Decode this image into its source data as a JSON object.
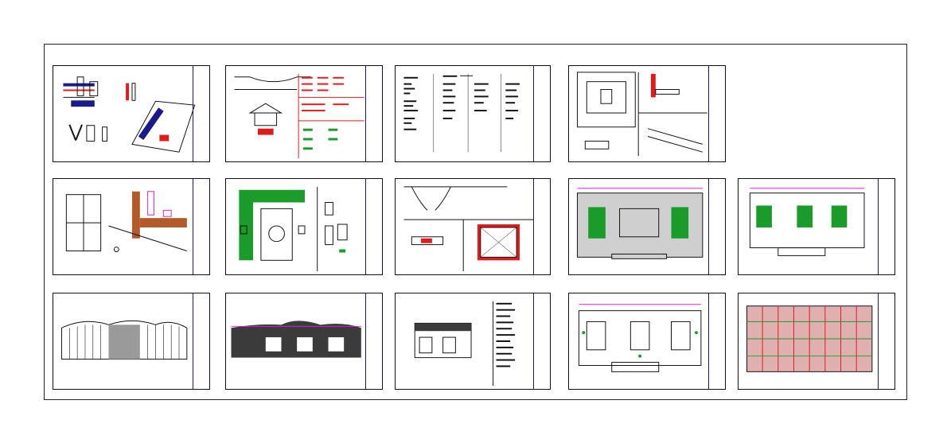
{
  "drawing_set": {
    "sheets": [
      {
        "id": "s1",
        "kind": "details-ridge"
      },
      {
        "id": "s2",
        "kind": "gate-elevation-legend"
      },
      {
        "id": "s3",
        "kind": "general-notes"
      },
      {
        "id": "s4",
        "kind": "section-details"
      },
      {
        "id": "s5",
        "kind": "elevation-details"
      },
      {
        "id": "s6",
        "kind": "landscape-plan"
      },
      {
        "id": "s7",
        "kind": "door-window-details"
      },
      {
        "id": "s8",
        "kind": "floor-plan-hatched"
      },
      {
        "id": "s9",
        "kind": "floor-plan"
      },
      {
        "id": "s10",
        "kind": "front-elevation"
      },
      {
        "id": "s11",
        "kind": "side-elevation"
      },
      {
        "id": "s12",
        "kind": "section-schedule"
      },
      {
        "id": "s13",
        "kind": "ground-floor-plan"
      },
      {
        "id": "s14",
        "kind": "structural-grid-plan"
      }
    ]
  },
  "colors": {
    "ink": "#111111",
    "blue": "#1a1a8c",
    "red": "#e01b1b",
    "magenta": "#e020e0",
    "green": "#1a9b2a",
    "brown": "#b35a2a"
  }
}
